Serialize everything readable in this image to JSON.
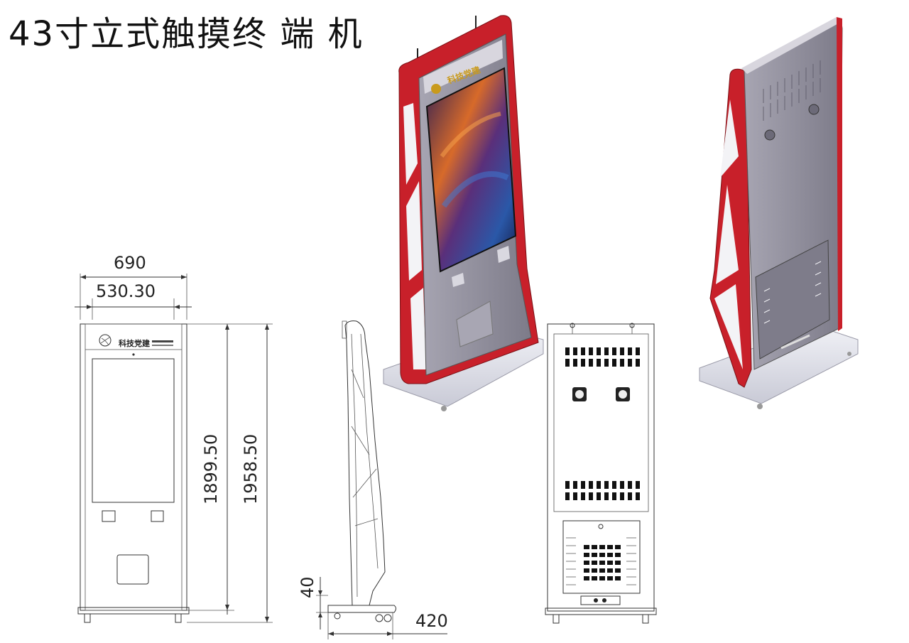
{
  "title": "43寸立式触摸终 端 机",
  "front_view": {
    "logo_text": "科技党建",
    "dims": {
      "total_width": "690",
      "inner_width": "530.30",
      "screen_height": "1899.50",
      "total_height": "1958.50"
    }
  },
  "side_view": {
    "dims": {
      "base_height": "40",
      "base_depth": "420"
    }
  },
  "render_front": {
    "logo_text": "科技党建"
  },
  "colors": {
    "frame_red": "#c8202a",
    "body_gray": "#8f8d9a",
    "base_light": "#e6e7ee",
    "screen_dark": "#1a1c4a"
  }
}
